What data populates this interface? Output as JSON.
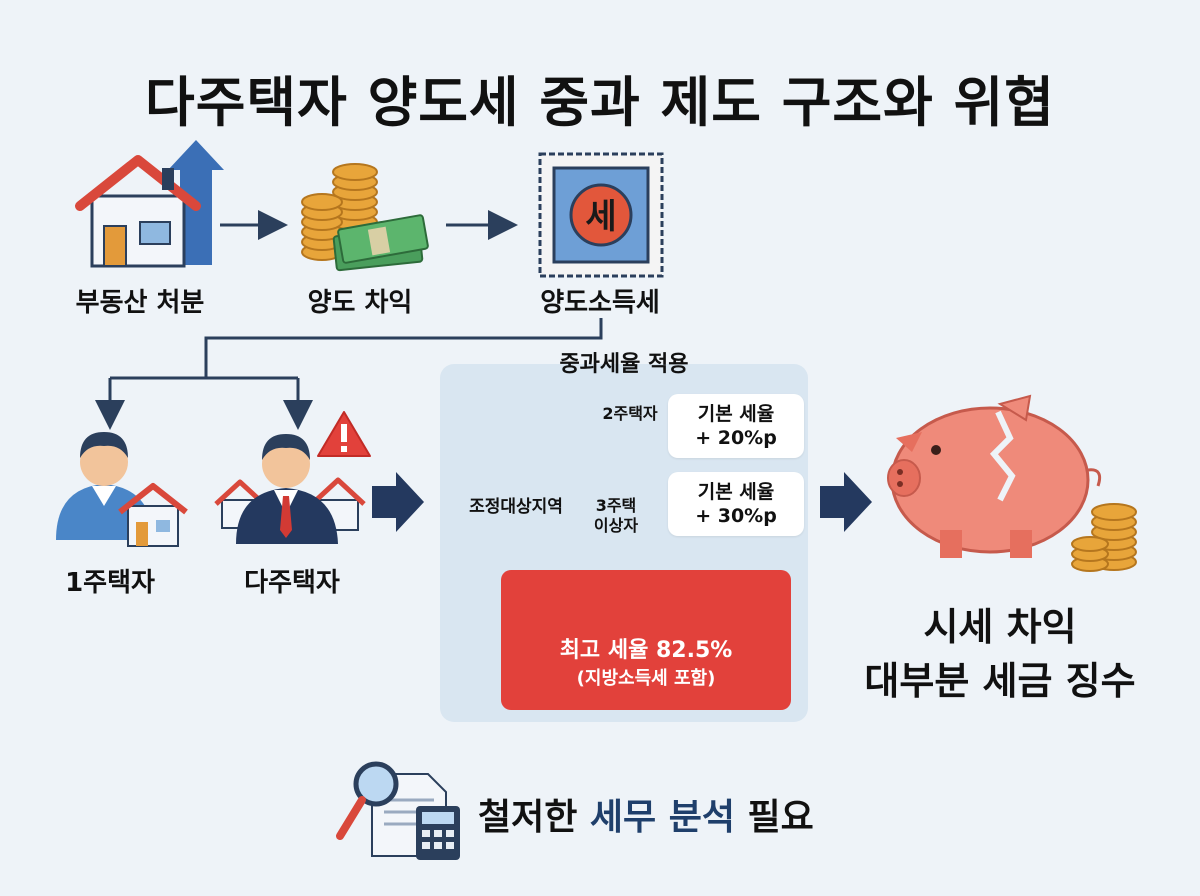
{
  "title": "다주택자 양도세 중과 제도 구조와 위협",
  "flow": {
    "step1": "부동산 처분",
    "step2": "양도 차익",
    "step3": "양도소득세",
    "tax_stamp_char": "세"
  },
  "owners": {
    "single": "1주택자",
    "multi": "다주택자"
  },
  "panel": {
    "heading": "중과세율 적용",
    "region": "조정대상지역",
    "branch_2": "2주택자",
    "branch_3_line1": "3주택",
    "branch_3_line2": "이상자",
    "rate_2_line1": "기본 세율",
    "rate_2_line2": "+ 20%p",
    "rate_3_line1": "기본 세율",
    "rate_3_line2": "+ 30%p",
    "max_rate": "최고 세율 82.5%",
    "max_rate_note": "(지방소득세 포함)"
  },
  "result": {
    "line1": "시세 차익",
    "line2": "대부분 세금 징수"
  },
  "bottom": {
    "part1": "철저한",
    "highlight": "세무 분석",
    "part2": "필요"
  },
  "colors": {
    "navy": "#2b3f5c",
    "red": "#e2413b",
    "panel": "#d9e6f1",
    "background": "#eef3f8"
  }
}
